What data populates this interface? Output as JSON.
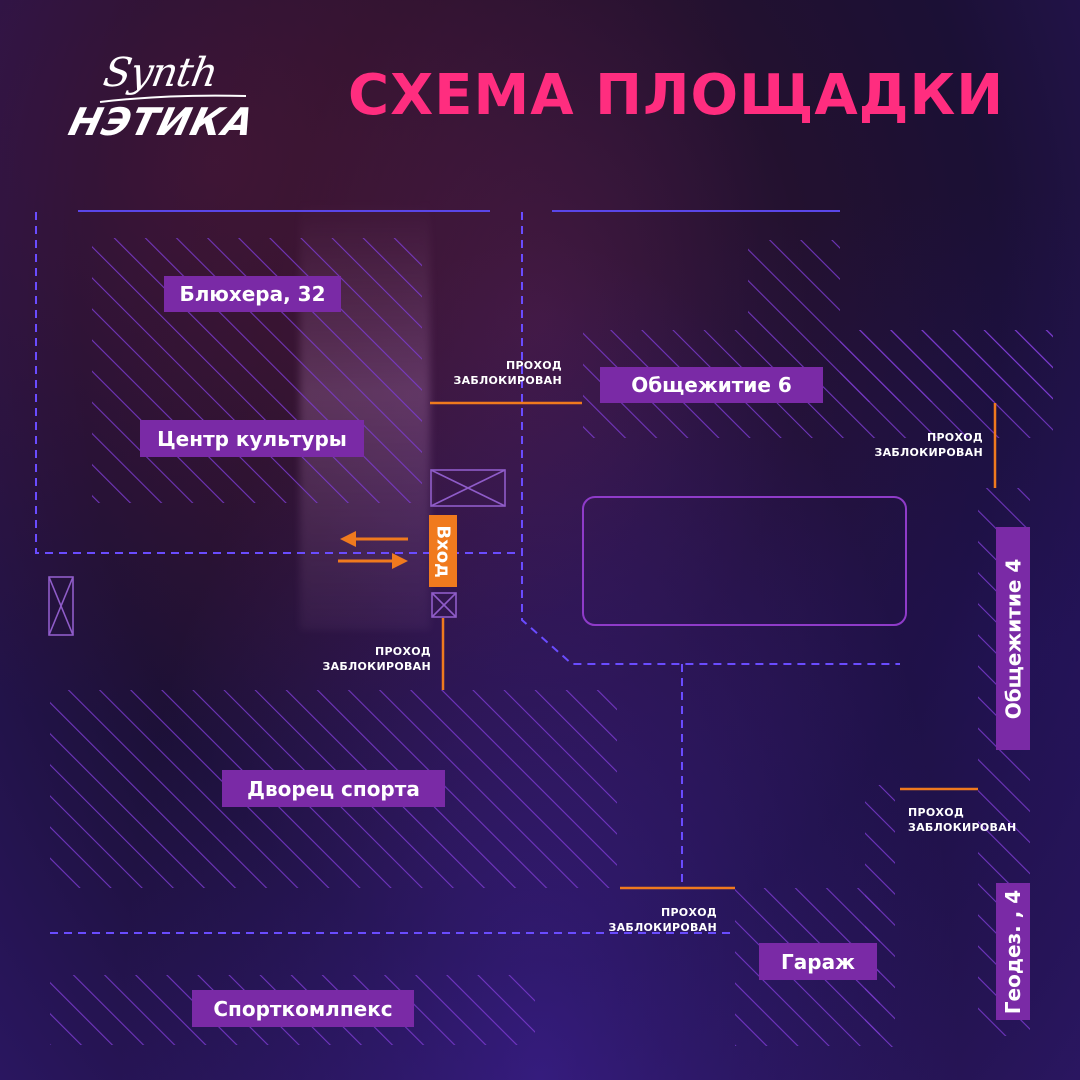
{
  "logo": {
    "script": "Synth",
    "block": "НЭТИКА"
  },
  "title": "СХЕМА ПЛОЩАДКИ",
  "buildings": {
    "bluhera": "Блюхера, 32",
    "culture_center": "Центр культуры",
    "dorm6": "Общежитие 6",
    "dorm4": "Общежитие 4",
    "sports_palace": "Дворец спорта",
    "sports_complex": "Спорткомлпекс",
    "garage": "Гараж",
    "geodez": "Геодез. , 4"
  },
  "entrance": "Вход",
  "blocked_notes": [
    {
      "line1": "ПРОХОД",
      "line2": "ЗАБЛОКИРОВАН"
    },
    {
      "line1": "ПРОХОД",
      "line2": "ЗАБЛОКИРОВАН"
    },
    {
      "line1": "ПРОХОД",
      "line2": "ЗАБЛОКИРОВАН"
    },
    {
      "line1": "ПРОХОД",
      "line2": "ЗАБЛОКИРОВАН"
    },
    {
      "line1": "ПРОХОД",
      "line2": "ЗАБЛОКИРОВАН"
    }
  ],
  "colors": {
    "title": "#ff2d7f",
    "label_bg": "#7a2aa6",
    "entrance_bg": "#f07a1e",
    "blocked_line": "#f07a1e",
    "path_line": "#6a4cff",
    "hatch": "#7d3bd1"
  }
}
